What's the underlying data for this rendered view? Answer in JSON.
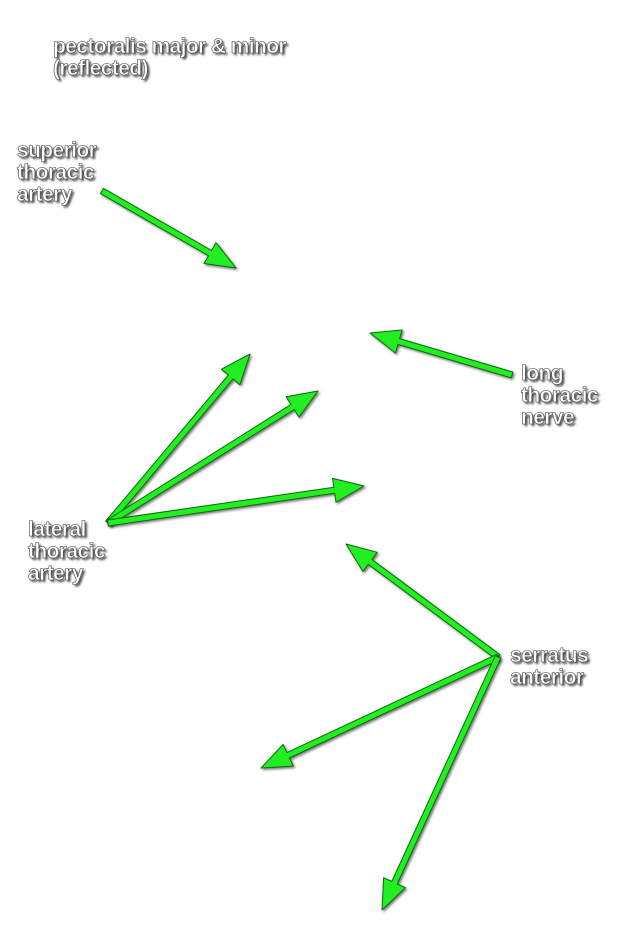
{
  "labels": {
    "pectoralis": [
      "pectoralis major & minor",
      "(reflected)"
    ],
    "superior_thoracic_artery": [
      "superior",
      "thoracic",
      "artery"
    ],
    "long_thoracic_nerve": [
      "long",
      "thoracic",
      "nerve"
    ],
    "lateral_thoracic_artery": [
      "lateral",
      "thoracic",
      "artery"
    ],
    "serratus_anterior": [
      "serratus",
      "anterior"
    ]
  },
  "colors": {
    "arrow_fill": "#22ee22",
    "arrow_outline": "#0a6a0a",
    "label_text": "#ffffff"
  }
}
